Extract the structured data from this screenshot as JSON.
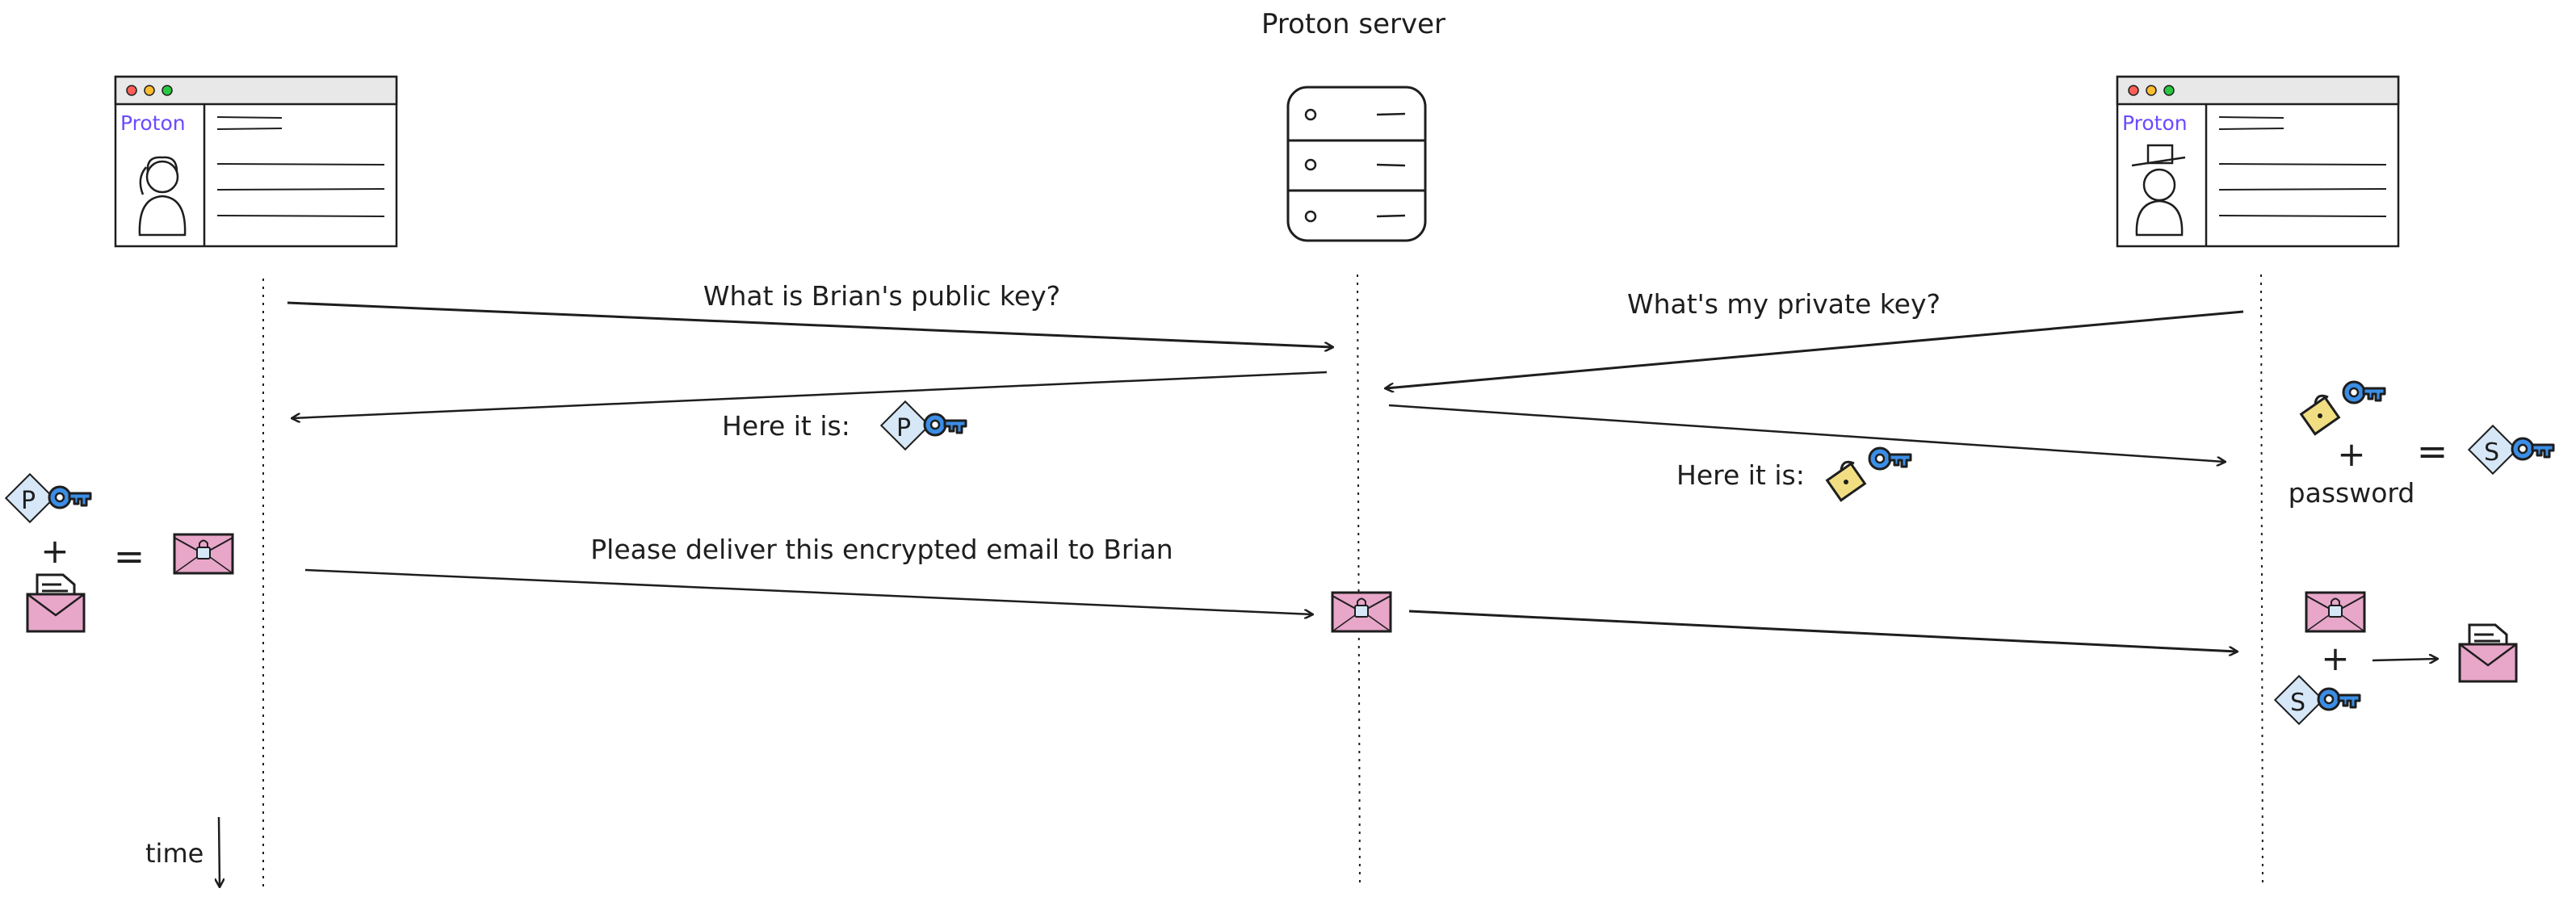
{
  "title": "Proton server",
  "sender_window": {
    "brand": "Proton"
  },
  "recipient_window": {
    "brand": "Proton"
  },
  "messages": {
    "ask_public_key": "What is Brian's public key?",
    "reply_public_key": "Here it is:",
    "ask_private_key": "What's my private key?",
    "reply_private_key": "Here it is:",
    "deliver_email": "Please deliver this encrypted email to Brian"
  },
  "key_labels": {
    "public": "P",
    "secret": "S"
  },
  "symbols": {
    "plus": "+",
    "equals": "="
  },
  "password_label": "password",
  "time_label": "time",
  "colors": {
    "brand": "#6d4aff",
    "envelope": "#e8a6c9",
    "key": "#3b8ee6",
    "lock": "#f2de82",
    "tag": "#d6e8f7"
  }
}
